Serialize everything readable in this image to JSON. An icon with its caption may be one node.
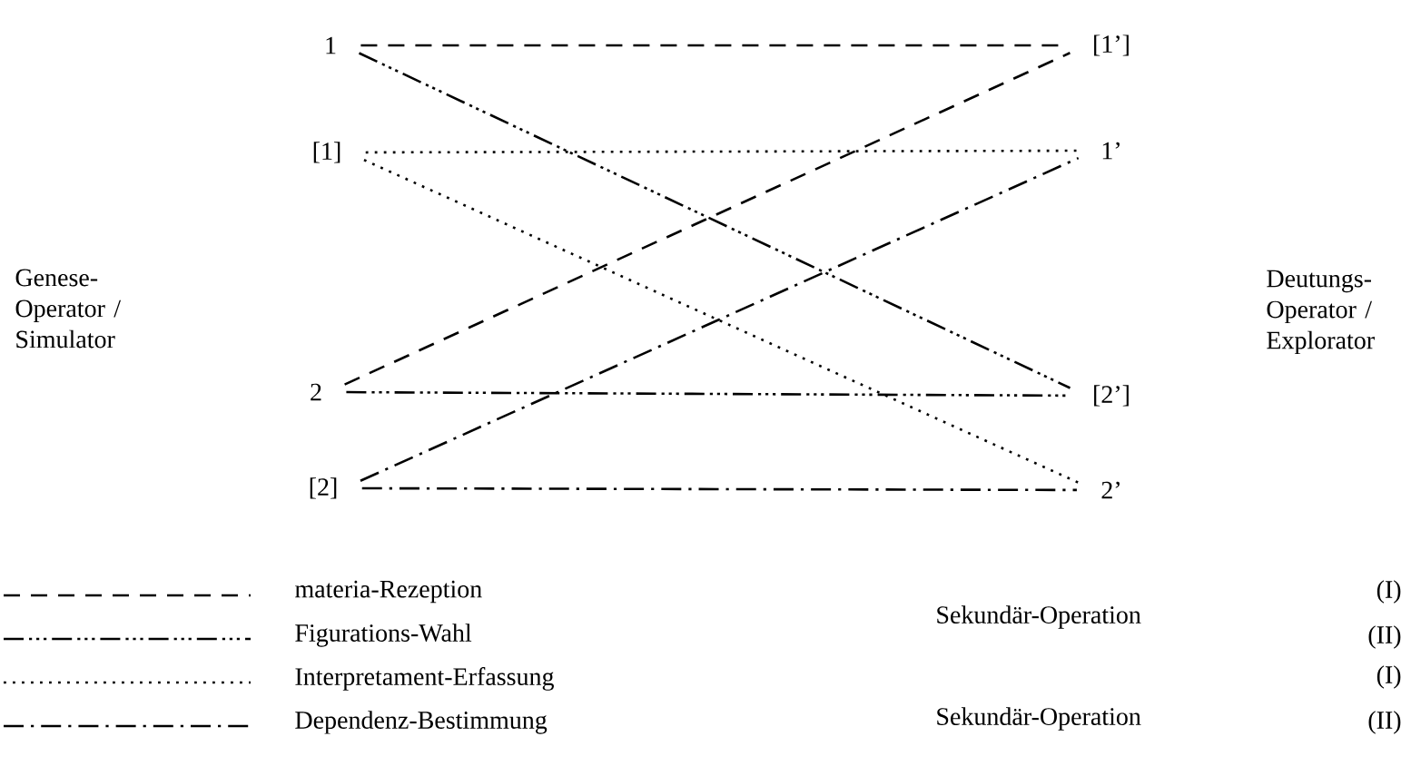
{
  "diagram": {
    "nodes": [
      {
        "text": [
          "1"
        ]
      },
      {
        "text": [
          "[1]"
        ]
      },
      {
        "text": [
          "2"
        ]
      },
      {
        "text": [
          "[2]"
        ]
      },
      {
        "text": [
          "[1’]"
        ]
      },
      {
        "text": [
          "1’"
        ]
      },
      {
        "text": [
          "[2’]"
        ]
      },
      {
        "text": [
          "2’"
        ]
      }
    ],
    "edges": [
      {
        "from": 0,
        "to": 4,
        "arrow": "none",
        "style": "dashed"
      },
      {
        "from": 0,
        "to": 6,
        "arrow": "none",
        "style": "dashed"
      },
      {
        "from": 1,
        "to": 5,
        "arrow": "none",
        "style": "dashed"
      },
      {
        "from": 1,
        "to": 7,
        "arrow": "none",
        "style": "dashed"
      },
      {
        "from": 2,
        "to": 4,
        "arrow": "none",
        "style": "dashed"
      },
      {
        "from": 2,
        "to": 6,
        "arrow": "none",
        "style": "dashed"
      },
      {
        "from": 3,
        "to": 5,
        "arrow": "none",
        "style": "dashed"
      },
      {
        "from": 3,
        "to": 7,
        "arrow": "none",
        "style": "dashed"
      }
    ],
    "labels": [
      "Genese-Operator / Simulator",
      "Deutungs-Operator / Explorator",
      "Sekundär-Operation",
      "(I)",
      "(II)",
      "Sekundär-Operation",
      "(I)",
      "(II)"
    ],
    "legend": [
      {
        "text": "materia-Rezeption"
      },
      {
        "text": "Figurations-Wahl"
      },
      {
        "text": "Interpretament-Erfassung"
      },
      {
        "text": "Dependenz-Bestimmung"
      }
    ]
  }
}
